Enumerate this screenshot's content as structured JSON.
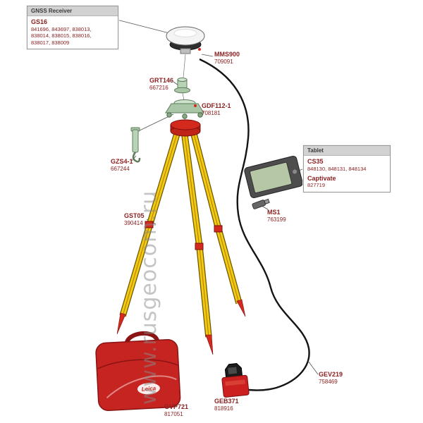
{
  "watermark": "www.rusgeocom.ru",
  "receiver_box": {
    "header": "GNSS Receiver",
    "model": "GS16",
    "line1": "841696, 843697, 838013,",
    "line2": "838014, 838015, 838016,",
    "line3": "838017, 838009"
  },
  "tablet_box": {
    "header": "Tablet",
    "model": "CS35",
    "model_codes": "848130, 848131, 848134",
    "software": "Captivate",
    "software_code": "827719"
  },
  "labels": {
    "mms900": {
      "name": "MMS900",
      "code": "709091"
    },
    "grt146": {
      "name": "GRT146",
      "code": "667216"
    },
    "gdf112": {
      "name": "GDF112-1",
      "code": "708181"
    },
    "gzs4": {
      "name": "GZS4-1",
      "code": "667244"
    },
    "gst05": {
      "name": "GST05",
      "code": "390414"
    },
    "ms1": {
      "name": "MS1",
      "code": "763199"
    },
    "gvp721": {
      "name": "GVP721",
      "code": "817051"
    },
    "geb371": {
      "name": "GEB371",
      "code": "818916"
    },
    "gev219": {
      "name": "GEV219",
      "code": "758469"
    }
  },
  "case_brand": "Leica",
  "colors": {
    "tripod_yellow": "#f3c912",
    "leica_red": "#d42a1e",
    "accessory_green": "#a9c7a7",
    "label_maroon": "#8b2121"
  }
}
